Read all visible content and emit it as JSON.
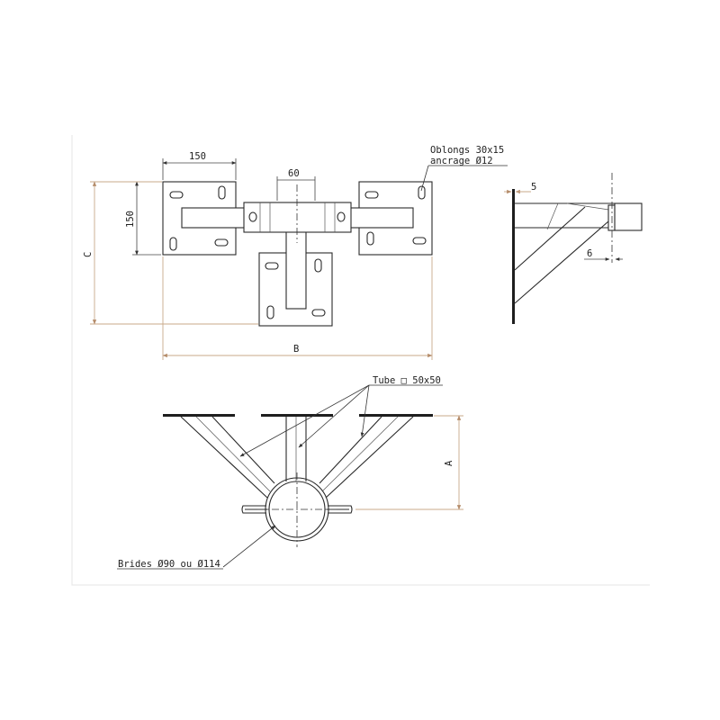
{
  "labels": {
    "dim_plate_width": "150",
    "dim_plate_height": "150",
    "dim_tube_width": "60",
    "dim_C": "C",
    "dim_B": "B",
    "dim_A": "A",
    "dim_5": "5",
    "dim_6": "6",
    "oblongs_line1": "Oblongs 30x15",
    "oblongs_line2": "ancrage Ø12",
    "tube_note": "Tube □ 50x50",
    "brides_note": "Brides Ø90 ou Ø114"
  },
  "colors": {
    "line": "#2a2a2a",
    "dimension": "#c9a88a",
    "frame": "#e4e4e4"
  }
}
